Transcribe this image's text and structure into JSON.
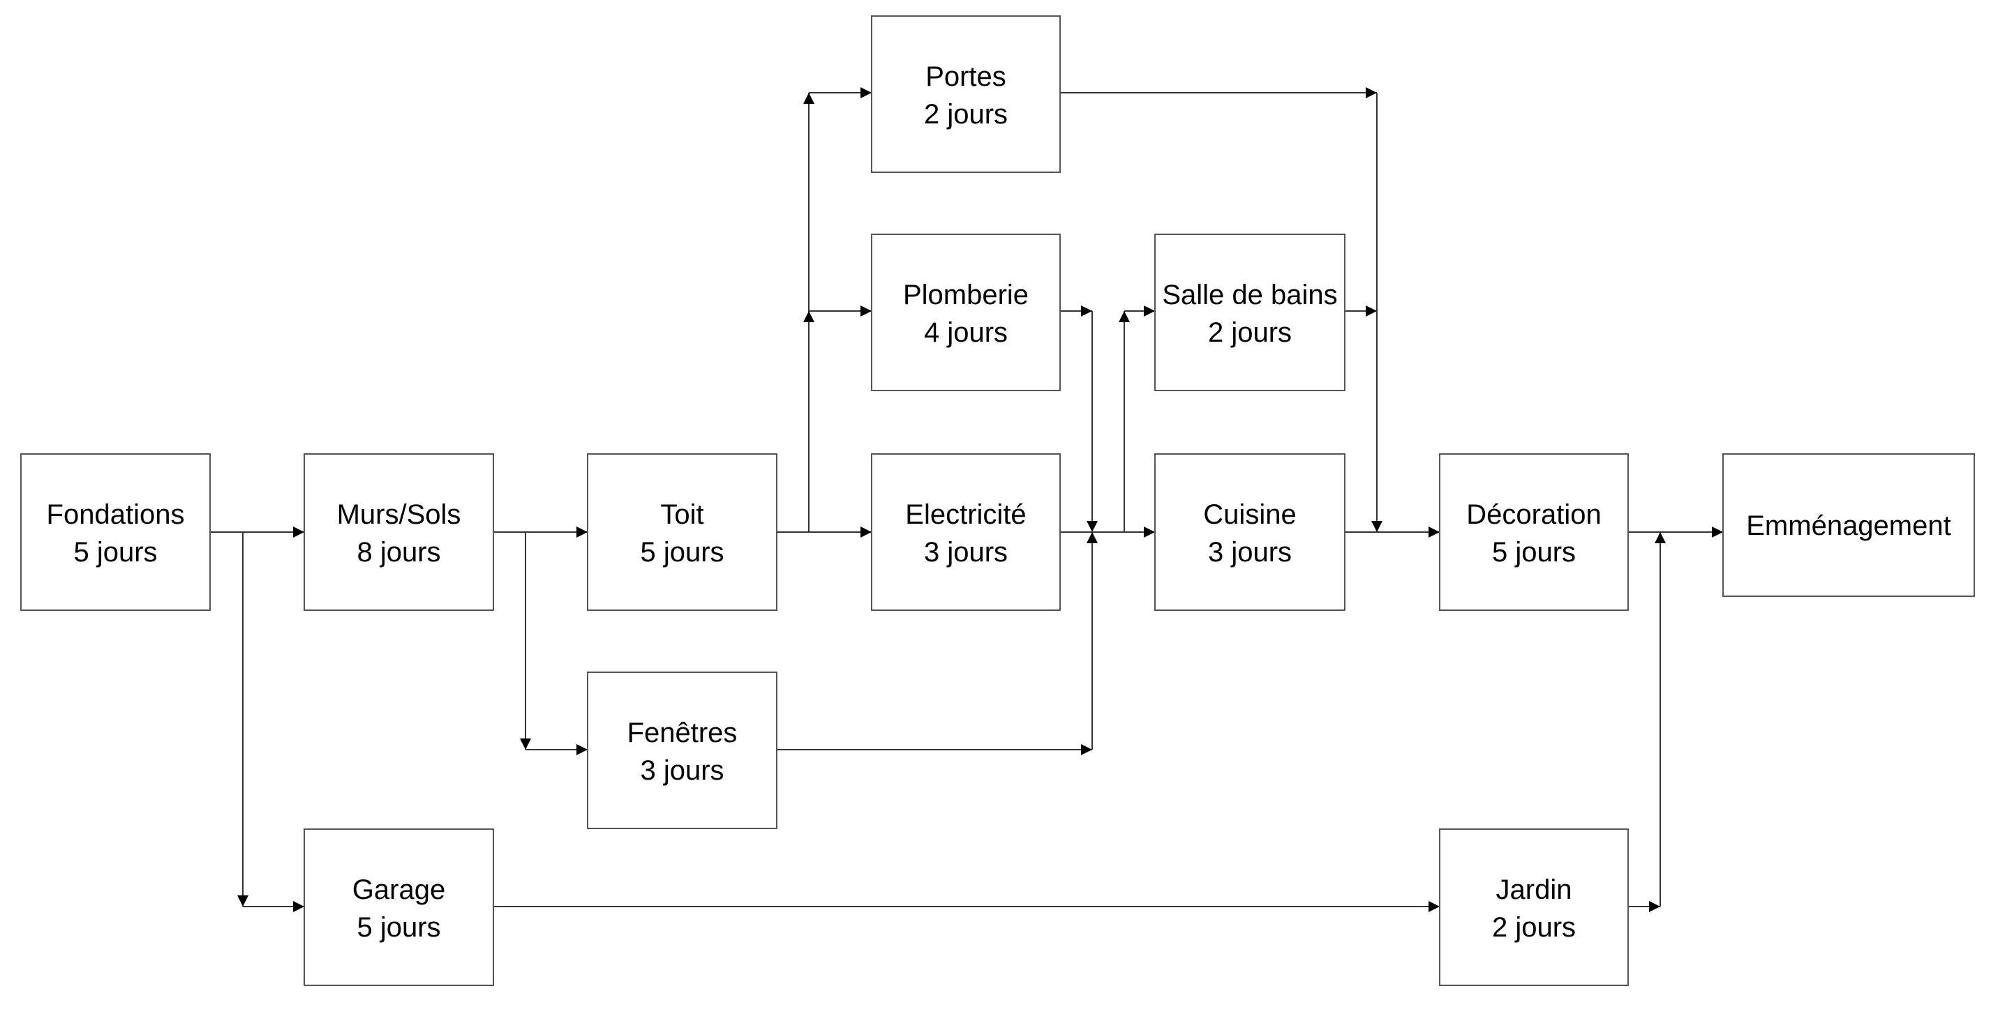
{
  "nodes": [
    {
      "id": "fondations",
      "name": "Fondations",
      "duration": "5 jours"
    },
    {
      "id": "murs",
      "name": "Murs/Sols",
      "duration": "8 jours"
    },
    {
      "id": "toit",
      "name": "Toit",
      "duration": "5 jours"
    },
    {
      "id": "garage",
      "name": "Garage",
      "duration": "5 jours"
    },
    {
      "id": "fenetres",
      "name": "Fenêtres",
      "duration": "3 jours"
    },
    {
      "id": "portes",
      "name": "Portes",
      "duration": "2 jours"
    },
    {
      "id": "plomberie",
      "name": "Plomberie",
      "duration": "4 jours"
    },
    {
      "id": "electricite",
      "name": "Electricité",
      "duration": "3 jours"
    },
    {
      "id": "salle",
      "name": "Salle de bains",
      "duration": "2 jours"
    },
    {
      "id": "cuisine",
      "name": "Cuisine",
      "duration": "3 jours"
    },
    {
      "id": "decoration",
      "name": "Décoration",
      "duration": "5 jours"
    },
    {
      "id": "jardin",
      "name": "Jardin",
      "duration": "2 jours"
    },
    {
      "id": "emmenagement",
      "name": "Emménagement",
      "duration": ""
    }
  ],
  "edges": [
    {
      "from": "fondations",
      "to": "murs"
    },
    {
      "from": "fondations",
      "to": "garage"
    },
    {
      "from": "murs",
      "to": "toit"
    },
    {
      "from": "murs",
      "to": "fenetres"
    },
    {
      "from": "toit",
      "to": "portes"
    },
    {
      "from": "toit",
      "to": "plomberie"
    },
    {
      "from": "toit",
      "to": "electricite"
    },
    {
      "from": "plomberie",
      "to": "salle"
    },
    {
      "from": "plomberie",
      "to": "cuisine"
    },
    {
      "from": "electricite",
      "to": "salle"
    },
    {
      "from": "electricite",
      "to": "cuisine"
    },
    {
      "from": "fenetres",
      "to": "salle"
    },
    {
      "from": "fenetres",
      "to": "cuisine"
    },
    {
      "from": "portes",
      "to": "decoration"
    },
    {
      "from": "salle",
      "to": "decoration"
    },
    {
      "from": "cuisine",
      "to": "decoration"
    },
    {
      "from": "decoration",
      "to": "emmenagement"
    },
    {
      "from": "garage",
      "to": "jardin"
    },
    {
      "from": "jardin",
      "to": "emmenagement"
    }
  ]
}
